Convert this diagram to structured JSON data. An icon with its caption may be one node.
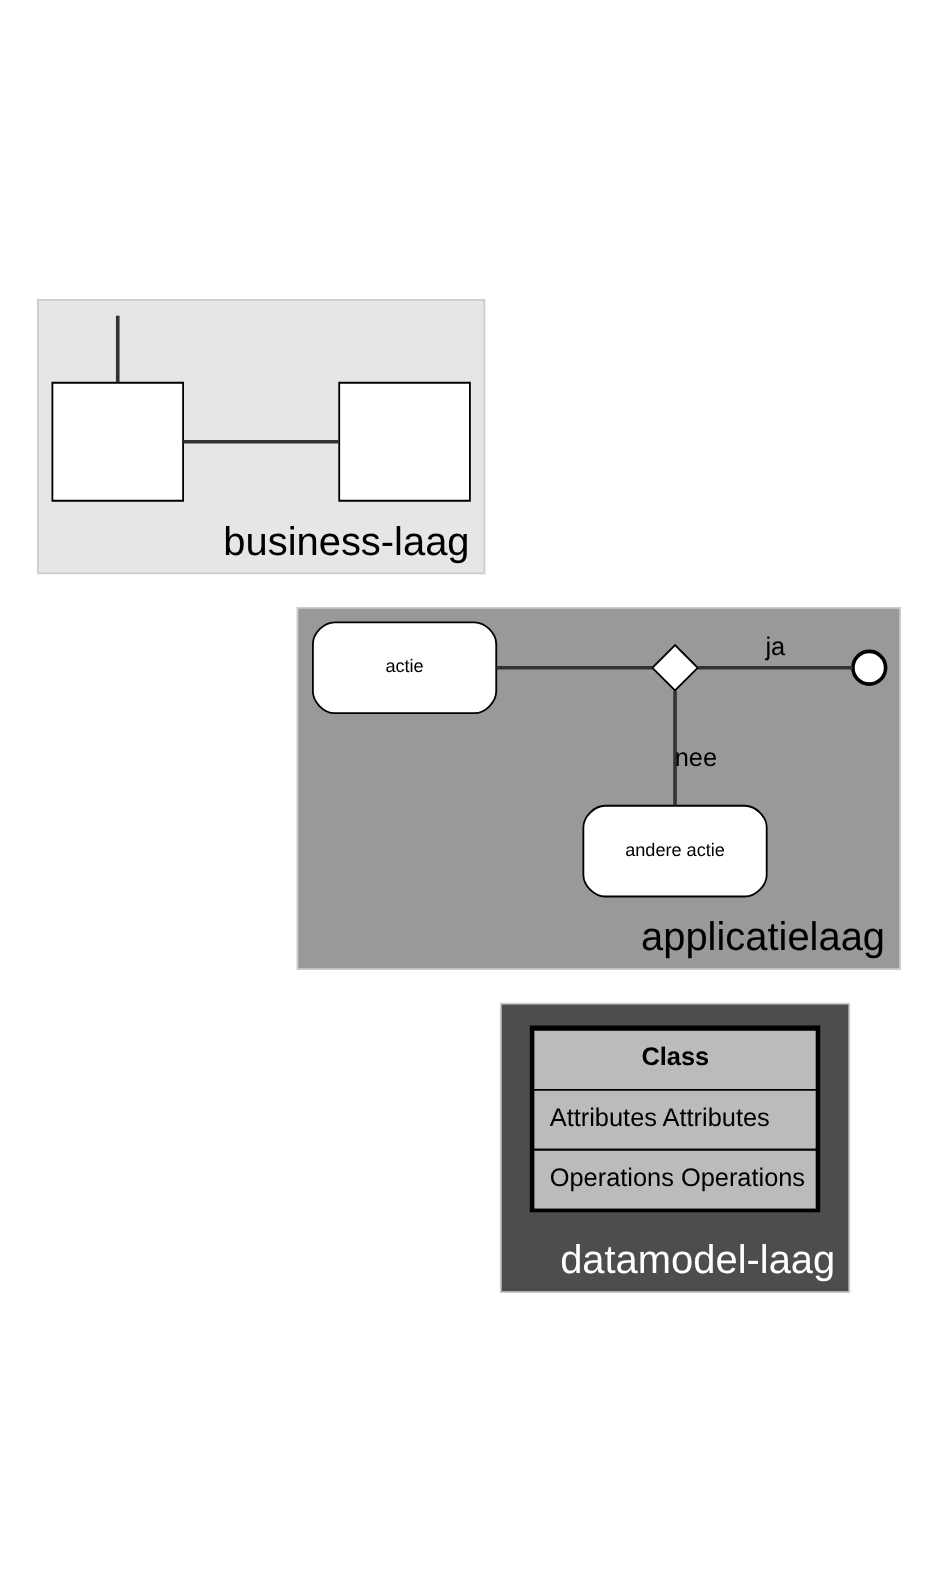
{
  "diagram": {
    "nodes": [
      {
        "text": [
          "business-laag"
        ]
      },
      {
        "text": [],
        "shape": "box",
        "in": 0
      },
      {
        "text": [],
        "shape": "box",
        "in": 0
      },
      {
        "text": [
          "applicatielaag"
        ]
      },
      {
        "text": [
          "actie"
        ],
        "in": 3
      },
      {
        "text": [],
        "shape": "diamond",
        "in": 3
      },
      {
        "text": [],
        "shape": "circle",
        "in": 3
      },
      {
        "text": [
          "andere actie"
        ],
        "in": 3
      },
      {
        "text": [
          "datamodel-laag"
        ]
      },
      {
        "text": [
          "Class",
          "Attributes Attributes",
          "Operations Operations"
        ],
        "in": 8
      }
    ],
    "edges": [
      {
        "from": null,
        "to": 1,
        "arrow": "none"
      },
      {
        "from": 1,
        "to": 2,
        "arrow": "none"
      },
      {
        "from": 4,
        "to": 5,
        "arrow": "none"
      },
      {
        "from": 5,
        "to": 6,
        "arrow": "none",
        "label": "ja"
      },
      {
        "from": 5,
        "to": 7,
        "arrow": "none",
        "label": "nee"
      }
    ]
  }
}
